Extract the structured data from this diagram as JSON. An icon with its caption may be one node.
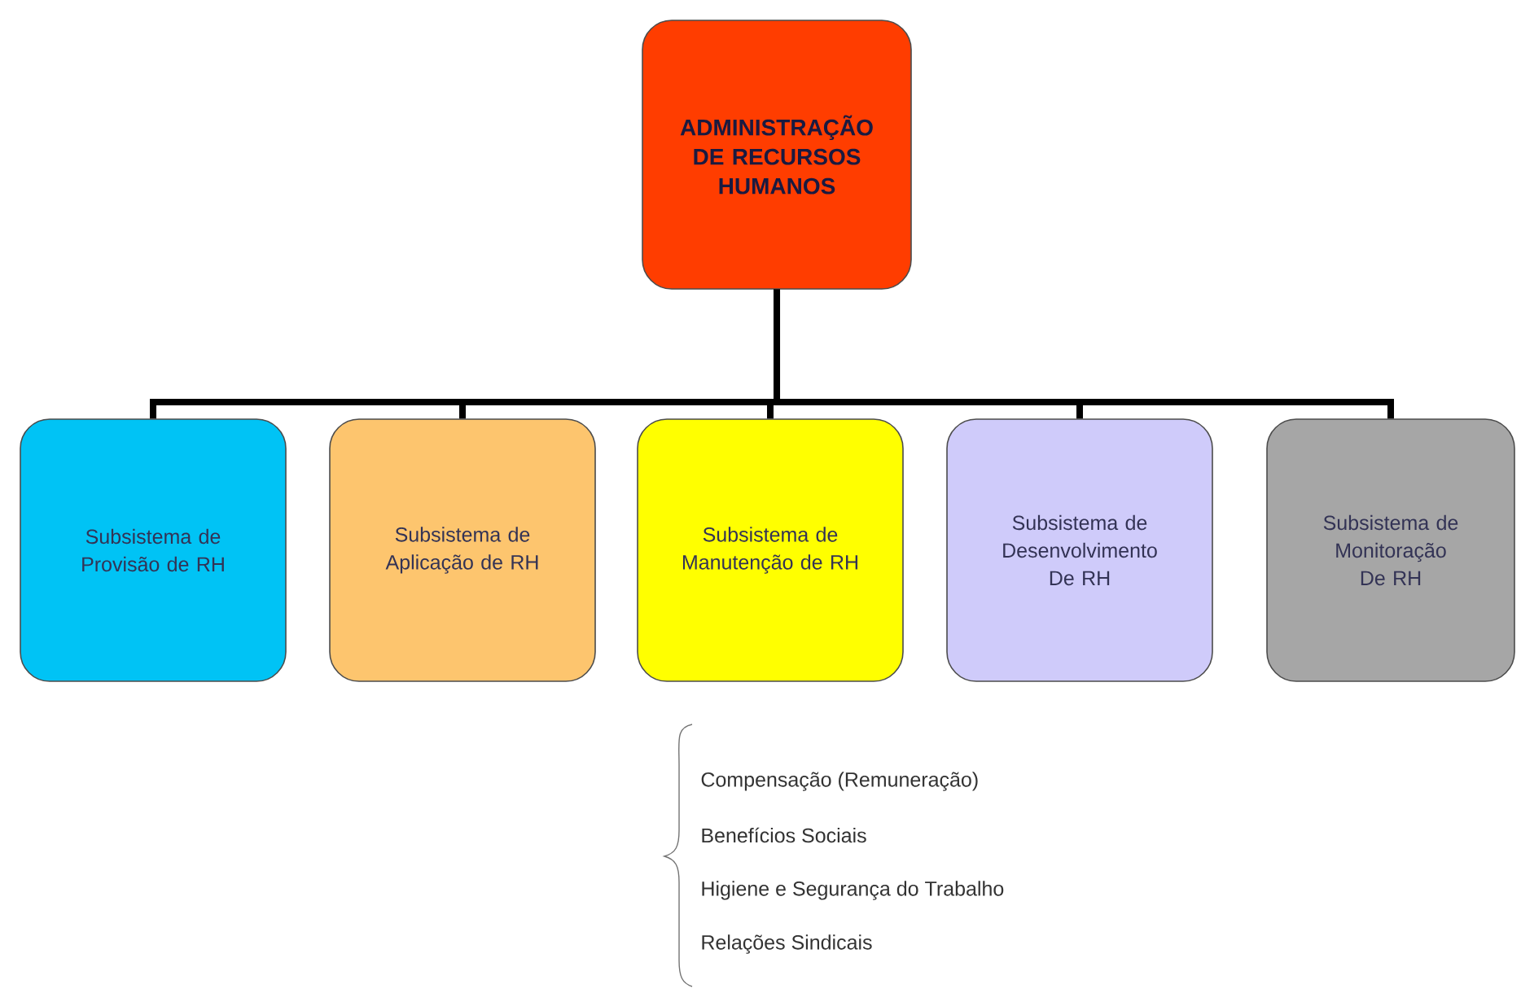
{
  "diagram": {
    "nodes": [
      {
        "text": [
          "ADMINISTRAÇÃO DE RECURSOS HUMANOS"
        ]
      },
      {
        "text": [
          "Subsistema de Provisão de RH"
        ]
      },
      {
        "text": [
          "Subsistema de Aplicação de RH"
        ]
      },
      {
        "text": [
          "Subsistema de Manutenção de RH"
        ]
      },
      {
        "text": [
          "Subsistema de Desenvolvimento De RH"
        ]
      },
      {
        "text": [
          "Subsistema de Monitoração De RH"
        ]
      }
    ],
    "edges": [
      {
        "from": 0,
        "to": 1,
        "arrow": "none"
      },
      {
        "from": 0,
        "to": 2,
        "arrow": "none"
      },
      {
        "from": 0,
        "to": 3,
        "arrow": "none"
      },
      {
        "from": 0,
        "to": 4,
        "arrow": "none"
      },
      {
        "from": 0,
        "to": 5,
        "arrow": "none"
      }
    ],
    "labels": [
      "Compensação (Remuneração)",
      "Benefícios Sociais",
      "Higiene e Segurança do Trabalho",
      "Relações Sindicais"
    ]
  }
}
